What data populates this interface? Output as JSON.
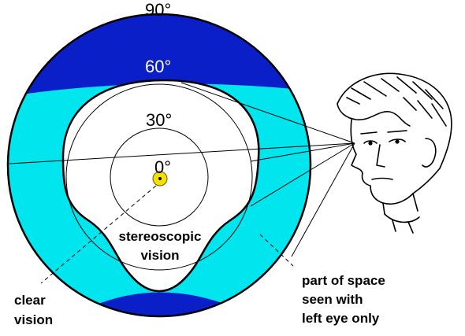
{
  "diagram": {
    "angle_labels": {
      "deg90": "90°",
      "deg60": "60°",
      "deg30": "30°",
      "deg0": "0°"
    },
    "annotations": {
      "stereo_line1": "stereoscopic",
      "stereo_line2": "vision",
      "clear_line1": "clear",
      "clear_line2": "vision",
      "left_eye_line1": "part of space",
      "left_eye_line2": "seen with",
      "left_eye_line3": "left eye only"
    },
    "colors": {
      "outer_band": "#0a1fc8",
      "binocular_band": "#00e5ee",
      "stereo_zone": "#ffffff",
      "fixation_point": "#f2e000",
      "outline": "#000000"
    },
    "icons": [
      "human-head-icon"
    ]
  }
}
